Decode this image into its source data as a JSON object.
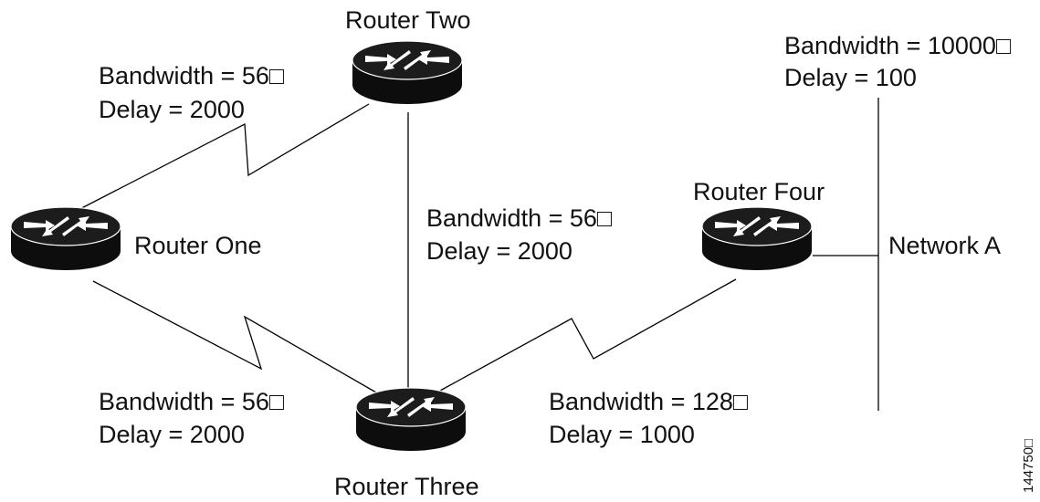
{
  "routers": {
    "one": "Router One",
    "two": "Router Two",
    "three": "Router Three",
    "four": "Router Four"
  },
  "network": "Network A",
  "links": {
    "one_two": {
      "bandwidth": "Bandwidth = 56□",
      "delay": "Delay = 2000"
    },
    "two_three": {
      "bandwidth": "Bandwidth = 56□",
      "delay": "Delay = 2000"
    },
    "one_three": {
      "bandwidth": "Bandwidth = 56□",
      "delay": "Delay = 2000"
    },
    "three_four": {
      "bandwidth": "Bandwidth = 128□",
      "delay": "Delay = 1000"
    },
    "network_a": {
      "bandwidth": "Bandwidth = 10000□",
      "delay": "Delay = 100"
    }
  },
  "figure_id": "144750□",
  "icons": {
    "router": "router-icon"
  },
  "colors": {
    "line": "#000000",
    "router_body": "#0d0d0d",
    "arrow": "#ffffff"
  }
}
